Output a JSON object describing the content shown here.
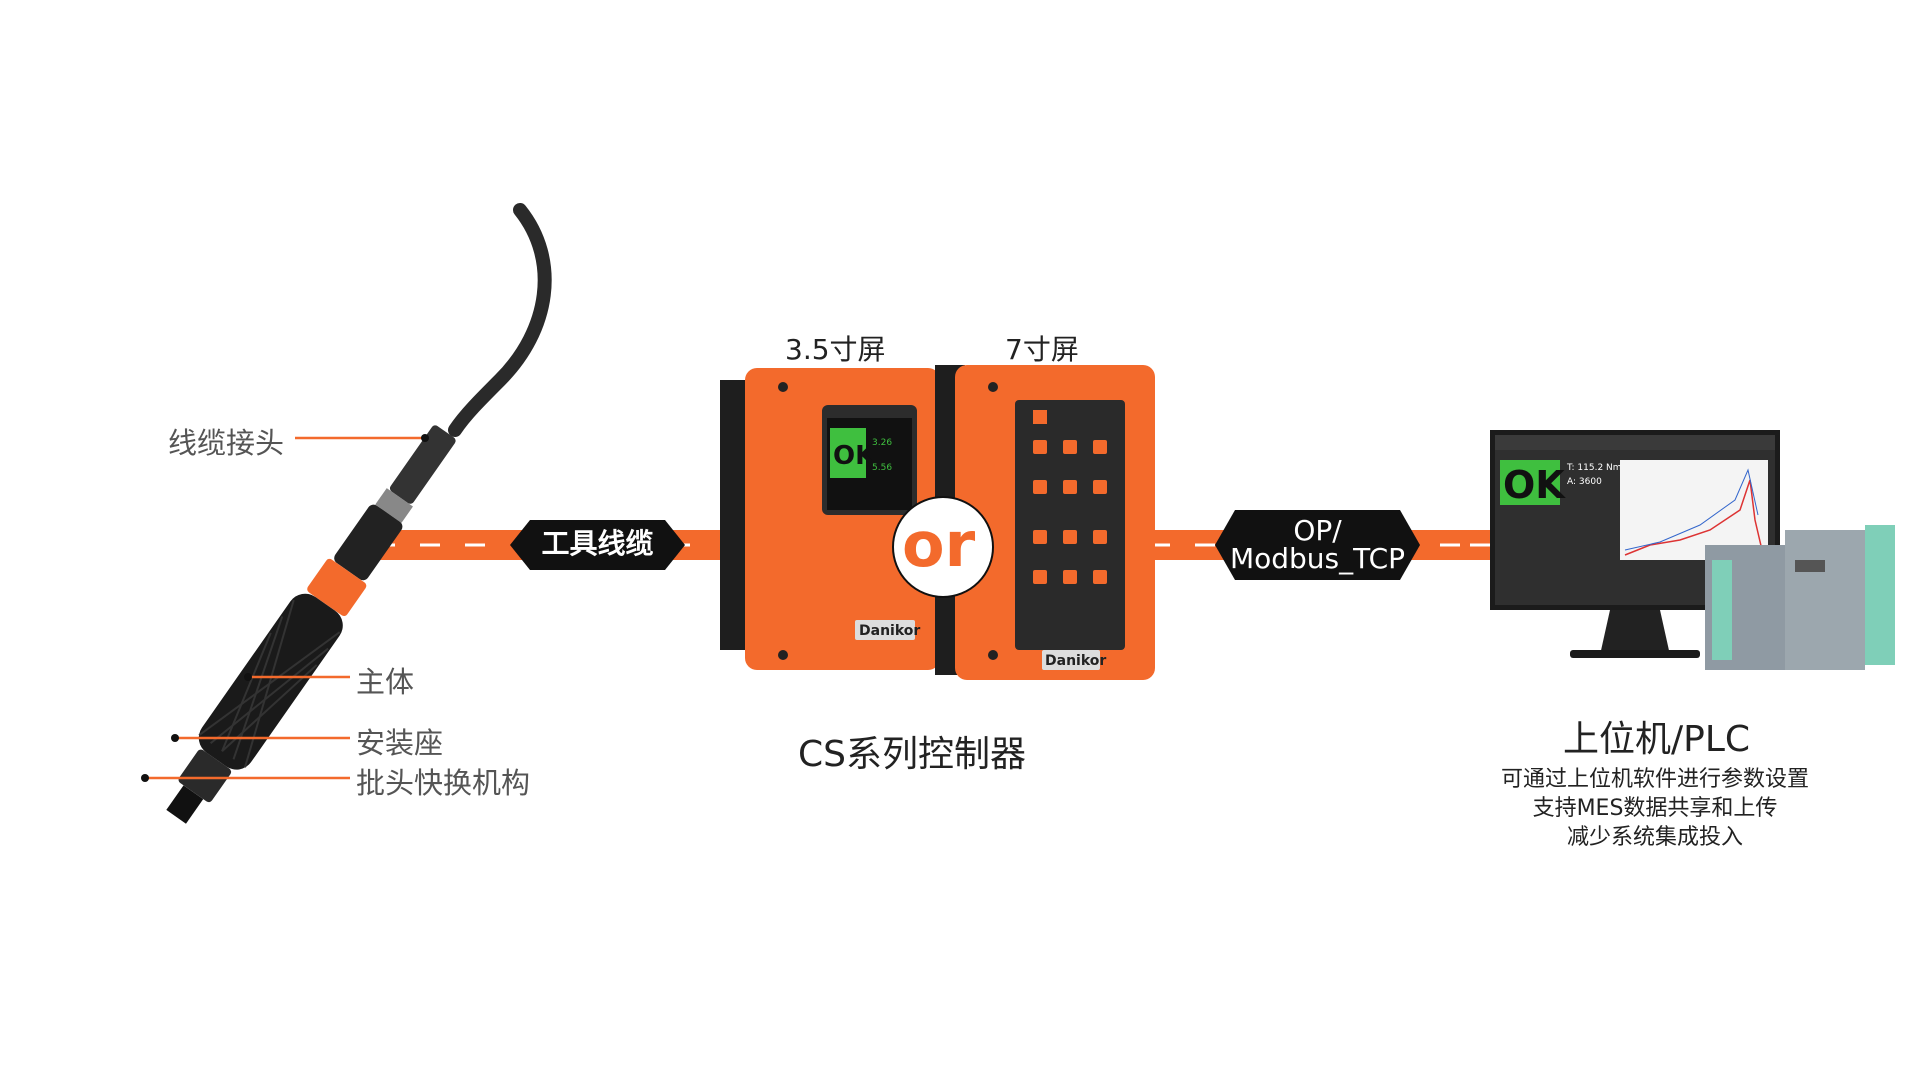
{
  "tool": {
    "labels": [
      "线缆接头",
      "主体",
      "安装座",
      "批头快换机构"
    ]
  },
  "links": {
    "cable_label": "工具线缆",
    "protocol_label_line1": "OP/",
    "protocol_label_line2": "Modbus_TCP"
  },
  "controller": {
    "screen_small_label": "3.5寸屏",
    "screen_large_label": "7寸屏",
    "or_label": "or",
    "title": "CS系列控制器",
    "brand": "Danikor",
    "small_screen_status": "OK",
    "small_screen_values": [
      "3.26",
      "5.56"
    ]
  },
  "host": {
    "title": "上位机/PLC",
    "desc_lines": [
      "可通过上位机软件进行参数设置",
      "支持MES数据共享和上传",
      "减少系统集成投入"
    ],
    "screen_status": "OK",
    "torque_readout": "115.2",
    "torque_unit": "Nm",
    "angle_readout": "3600"
  },
  "colors": {
    "accent": "#f36a2c",
    "tag_bg": "#111111",
    "status_ok": "#3fbf3f"
  }
}
